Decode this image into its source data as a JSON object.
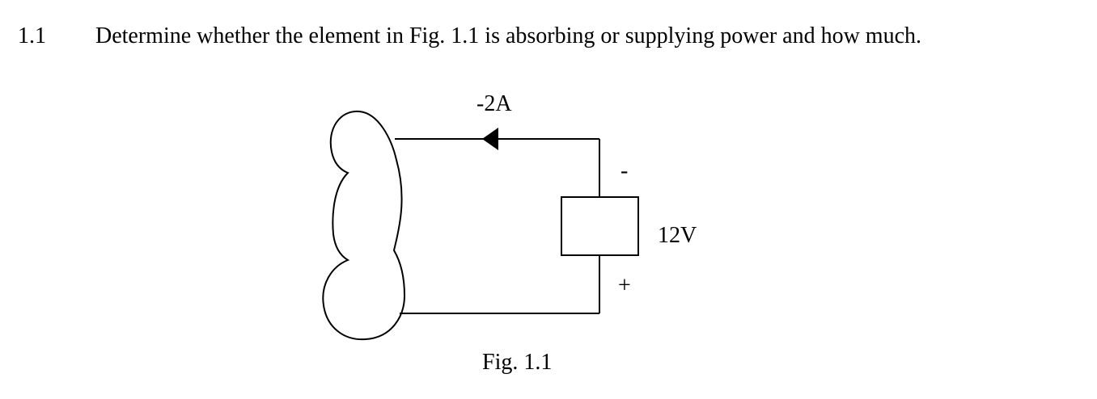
{
  "problem": {
    "number": "1.1",
    "text": "Determine whether the element in Fig. 1.1 is absorbing or supplying power and how much."
  },
  "figure": {
    "current_label": "-2A",
    "minus_label": "-",
    "plus_label": "+",
    "voltage_label": "12V",
    "caption": "Fig. 1.1"
  }
}
